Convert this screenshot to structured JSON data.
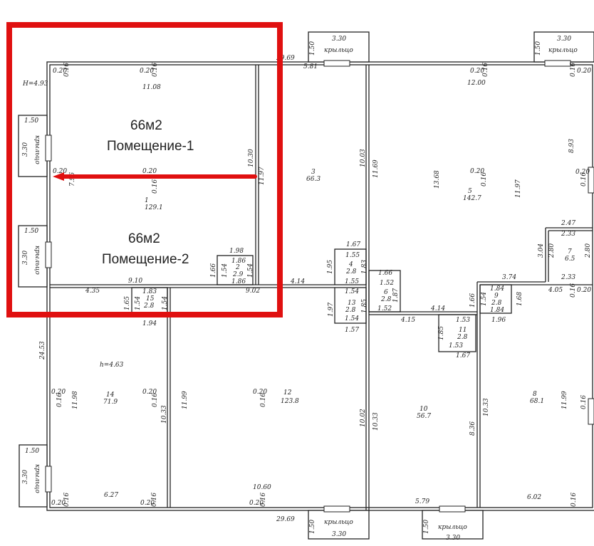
{
  "annotations": {
    "area_1": "66м2",
    "room_1": "Помещение-1",
    "area_2": "66м2",
    "room_2": "Помещение-2",
    "highlight_color": "#e01010"
  },
  "porch_label": "крыльцо",
  "porch_dims": {
    "width": "3.30",
    "depth": "1.50"
  },
  "overall": {
    "length_top": "29.69",
    "length_bottom": "29.69",
    "width_left": "24.53",
    "height_top": "H=4.93",
    "height_lower": "h=4.63"
  },
  "rooms": [
    {
      "num": "1",
      "area": "129.1"
    },
    {
      "num": "2",
      "area": "2.9"
    },
    {
      "num": "3",
      "area": "66.3"
    },
    {
      "num": "4",
      "area": "2.8"
    },
    {
      "num": "5",
      "area": "142.7"
    },
    {
      "num": "6",
      "area": "2.8"
    },
    {
      "num": "7",
      "area": "6.5"
    },
    {
      "num": "8",
      "area": "68.1"
    },
    {
      "num": "9",
      "area": "2.8"
    },
    {
      "num": "10",
      "area": "56.7"
    },
    {
      "num": "11",
      "area": "2.8"
    },
    {
      "num": "12",
      "area": "123.8"
    },
    {
      "num": "13",
      "area": "2.8"
    },
    {
      "num": "14",
      "area": "71.9"
    },
    {
      "num": "15",
      "area": "2.8"
    }
  ],
  "dims": {
    "r1_top": "11.08",
    "r1_right": "10.30",
    "r1_height": "11.97",
    "r1_bottom": "9.10",
    "r1_col": "0.20",
    "r1_col2": "0.16",
    "r1_left": "7.96",
    "r2_top": "1.98",
    "r2_in": "1.86",
    "r2_l": "1.66",
    "r2_l2": "1.54",
    "r2_r": "1.54",
    "r2_b": "1.86",
    "r3_bottom": "9.02",
    "r3_top": "5.81",
    "r3_h": "10.03",
    "r3_h2": "11.69",
    "r3_mid": "4.14",
    "r4_top": "1.67",
    "r4_in": "1.55",
    "r4_l": "1.95",
    "r4_r": "1.83",
    "r4_b": "1.55",
    "r5_top": "12.00",
    "r5_h": "13.68",
    "r5_h2": "11.97",
    "r5_r": "8.93",
    "r5_b": "4.14",
    "r5_step": "3.74",
    "r5_s2": "1.66",
    "r6_top": "1.66",
    "r6_in": "1.52",
    "r6_b": "1.52",
    "r6_h": "1.87",
    "r7_top": "2.47",
    "r7_in": "2.33",
    "r7_b": "2.33",
    "r7_h": "2.80",
    "r7_ext": "3.04",
    "r8_top": "4.05",
    "r8_h": "11.99",
    "r8_l": "10.33",
    "r8_b": "6.02",
    "r9_top": "1.84",
    "r9_b": "1.84",
    "r9_h": "1.54",
    "r9_x": "1.96",
    "r9_y": "1.68",
    "r10_top": "4.15",
    "r10_h": "10.33",
    "r10_r": "8.36",
    "r10_b": "5.79",
    "r10_l": "10.02",
    "r11_top": "1.53",
    "r11_b": "1.53",
    "r11_ext": "1.67",
    "r11_h": "1.85",
    "r12_bottom": "10.60",
    "r12_h": "11.99",
    "r12_top": "4.35",
    "r13_top": "1.54",
    "r13_b": "1.54",
    "r13_ext": "1.57",
    "r13_h": "1.85",
    "r13_l": "1.97",
    "r14_h": "11.98",
    "r14_r": "10.33",
    "r14_b": "6.27",
    "r15_top": "1.83",
    "r15_b": "1.94",
    "r15_h": "1.54",
    "r15_l": "1.65",
    "wall": "0.20",
    "col": "0.16"
  }
}
